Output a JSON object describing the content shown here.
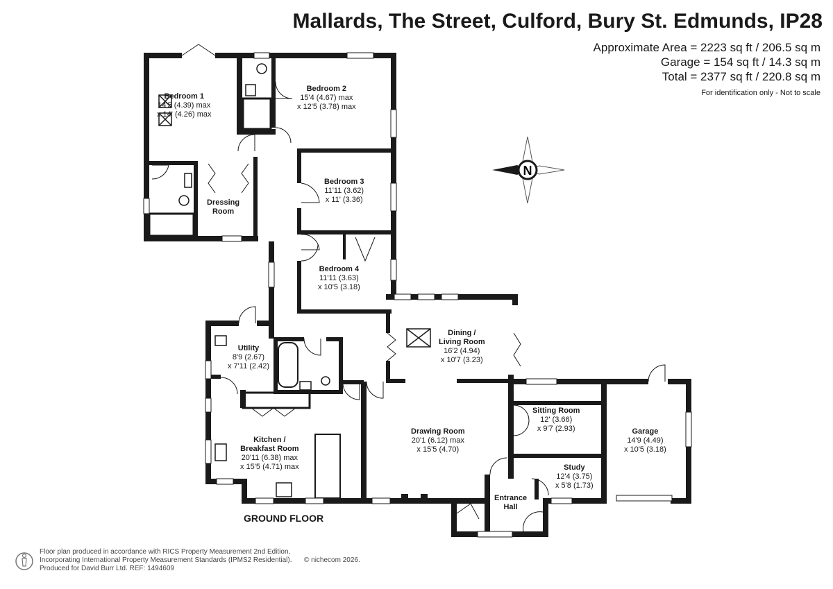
{
  "header": {
    "title": "Mallards, The Street, Culford, Bury St. Edmunds, IP28",
    "area_lines": [
      "Approximate Area = 2223 sq ft / 206.5 sq m",
      "Garage = 154 sq ft / 14.3 sq m",
      "Total = 2377 sq ft / 220.8 sq m"
    ],
    "note": "For identification only - Not to scale"
  },
  "rooms": {
    "bedroom1": {
      "name": "Bedroom 1",
      "dims": [
        "14'5 (4.39) max",
        "x 14' (4.26) max"
      ]
    },
    "bedroom2": {
      "name": "Bedroom 2",
      "dims": [
        "15'4 (4.67) max",
        "x 12'5 (3.78) max"
      ]
    },
    "bedroom3": {
      "name": "Bedroom 3",
      "dims": [
        "11'11 (3.62)",
        "x 11' (3.36)"
      ]
    },
    "bedroom4": {
      "name": "Bedroom 4",
      "dims": [
        "11'11 (3.63)",
        "x 10'5 (3.18)"
      ]
    },
    "dressing": {
      "name": [
        "Dressing",
        "Room"
      ]
    },
    "utility": {
      "name": "Utility",
      "dims": [
        "8'9 (2.67)",
        "x 7'11 (2.42)"
      ]
    },
    "dining": {
      "name": [
        "Dining /",
        "Living Room"
      ],
      "dims": [
        "16'2 (4.94)",
        "x 10'7 (3.23)"
      ]
    },
    "kitchen": {
      "name": [
        "Kitchen /",
        "Breakfast Room"
      ],
      "dims": [
        "20'11 (6.38) max",
        "x 15'5 (4.71) max"
      ]
    },
    "drawing": {
      "name": "Drawing Room",
      "dims": [
        "20'1 (6.12) max",
        "x 15'5 (4.70)"
      ]
    },
    "sitting": {
      "name": "Sitting Room",
      "dims": [
        "12' (3.66)",
        "x 9'7 (2.93)"
      ]
    },
    "study": {
      "name": "Study",
      "dims": [
        "12'4 (3.75)",
        "x 5'8 (1.73)"
      ]
    },
    "entrance": {
      "name": [
        "Entrance",
        "Hall"
      ]
    },
    "garage": {
      "name": "Garage",
      "dims": [
        "14'9 (4.49)",
        "x 10'5 (3.18)"
      ]
    }
  },
  "floor_label": "GROUND FLOOR",
  "compass_letter": "N",
  "footer": {
    "lines": [
      "Floor plan produced in accordance with RICS Property Measurement 2nd Edition,",
      "Incorporating International Property Measurement Standards (IPMS2 Residential).",
      "Produced for David Burr Ltd.   REF:  1494609"
    ],
    "copyright": "© nichecom 2026."
  },
  "colors": {
    "wall": "#1a1a1a",
    "window": "#ffffff"
  }
}
